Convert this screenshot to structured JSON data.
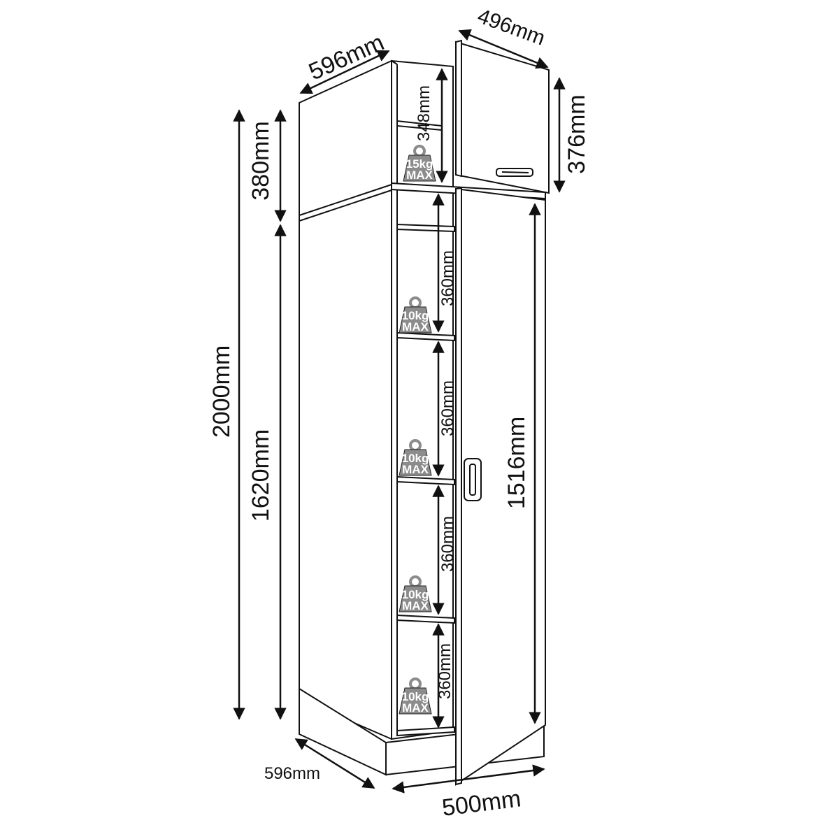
{
  "dimensions": {
    "top_depth": "596mm",
    "door_top_width": "496mm",
    "total_height": "2000mm",
    "top_section_height": "380mm",
    "bottom_section_height": "1620mm",
    "top_door_height": "376mm",
    "top_shelf_gap": "348mm",
    "shelf_gap_1": "360mm",
    "shelf_gap_2": "360mm",
    "shelf_gap_3": "360mm",
    "shelf_gap_4": "360mm",
    "main_door_height": "1516mm",
    "bottom_depth": "596mm",
    "bottom_width": "500mm"
  },
  "weights": {
    "top": {
      "value": "15kg",
      "max": "MAX"
    },
    "shelf_1": {
      "value": "10kg",
      "max": "MAX"
    },
    "shelf_2": {
      "value": "10kg",
      "max": "MAX"
    },
    "shelf_3": {
      "value": "10kg",
      "max": "MAX"
    },
    "shelf_4": {
      "value": "10kg",
      "max": "MAX"
    }
  },
  "colors": {
    "line": "#111111",
    "weight_fill": "#8c8c8c",
    "background": "#ffffff"
  }
}
